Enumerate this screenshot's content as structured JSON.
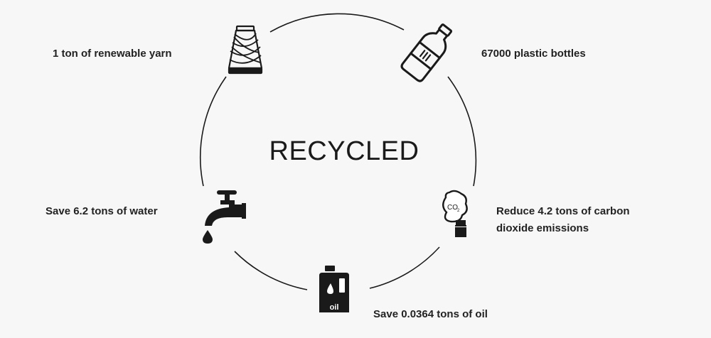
{
  "diagram": {
    "title": "RECYCLED",
    "items": [
      {
        "id": "yarn",
        "icon": "yarn-spool-icon",
        "lines": [
          "1 ton of renewable yarn"
        ]
      },
      {
        "id": "bottles",
        "icon": "plastic-bottle-icon",
        "lines": [
          "67000 plastic bottles"
        ]
      },
      {
        "id": "carbon",
        "icon": "co2-smokestack-icon",
        "lines": [
          "Reduce 4.2 tons of carbon",
          "dioxide emissions"
        ]
      },
      {
        "id": "oil",
        "icon": "oil-canister-icon",
        "lines": [
          "Save 0.0364 tons of oil"
        ],
        "icon_text": "oil"
      },
      {
        "id": "water",
        "icon": "water-faucet-icon",
        "lines": [
          "Save 6.2 tons of water"
        ]
      }
    ],
    "co2_text": "CO",
    "co2_sub": "2",
    "colors": {
      "background": "#f7f7f7",
      "ink": "#1a1a1a",
      "text": "#222222"
    }
  }
}
